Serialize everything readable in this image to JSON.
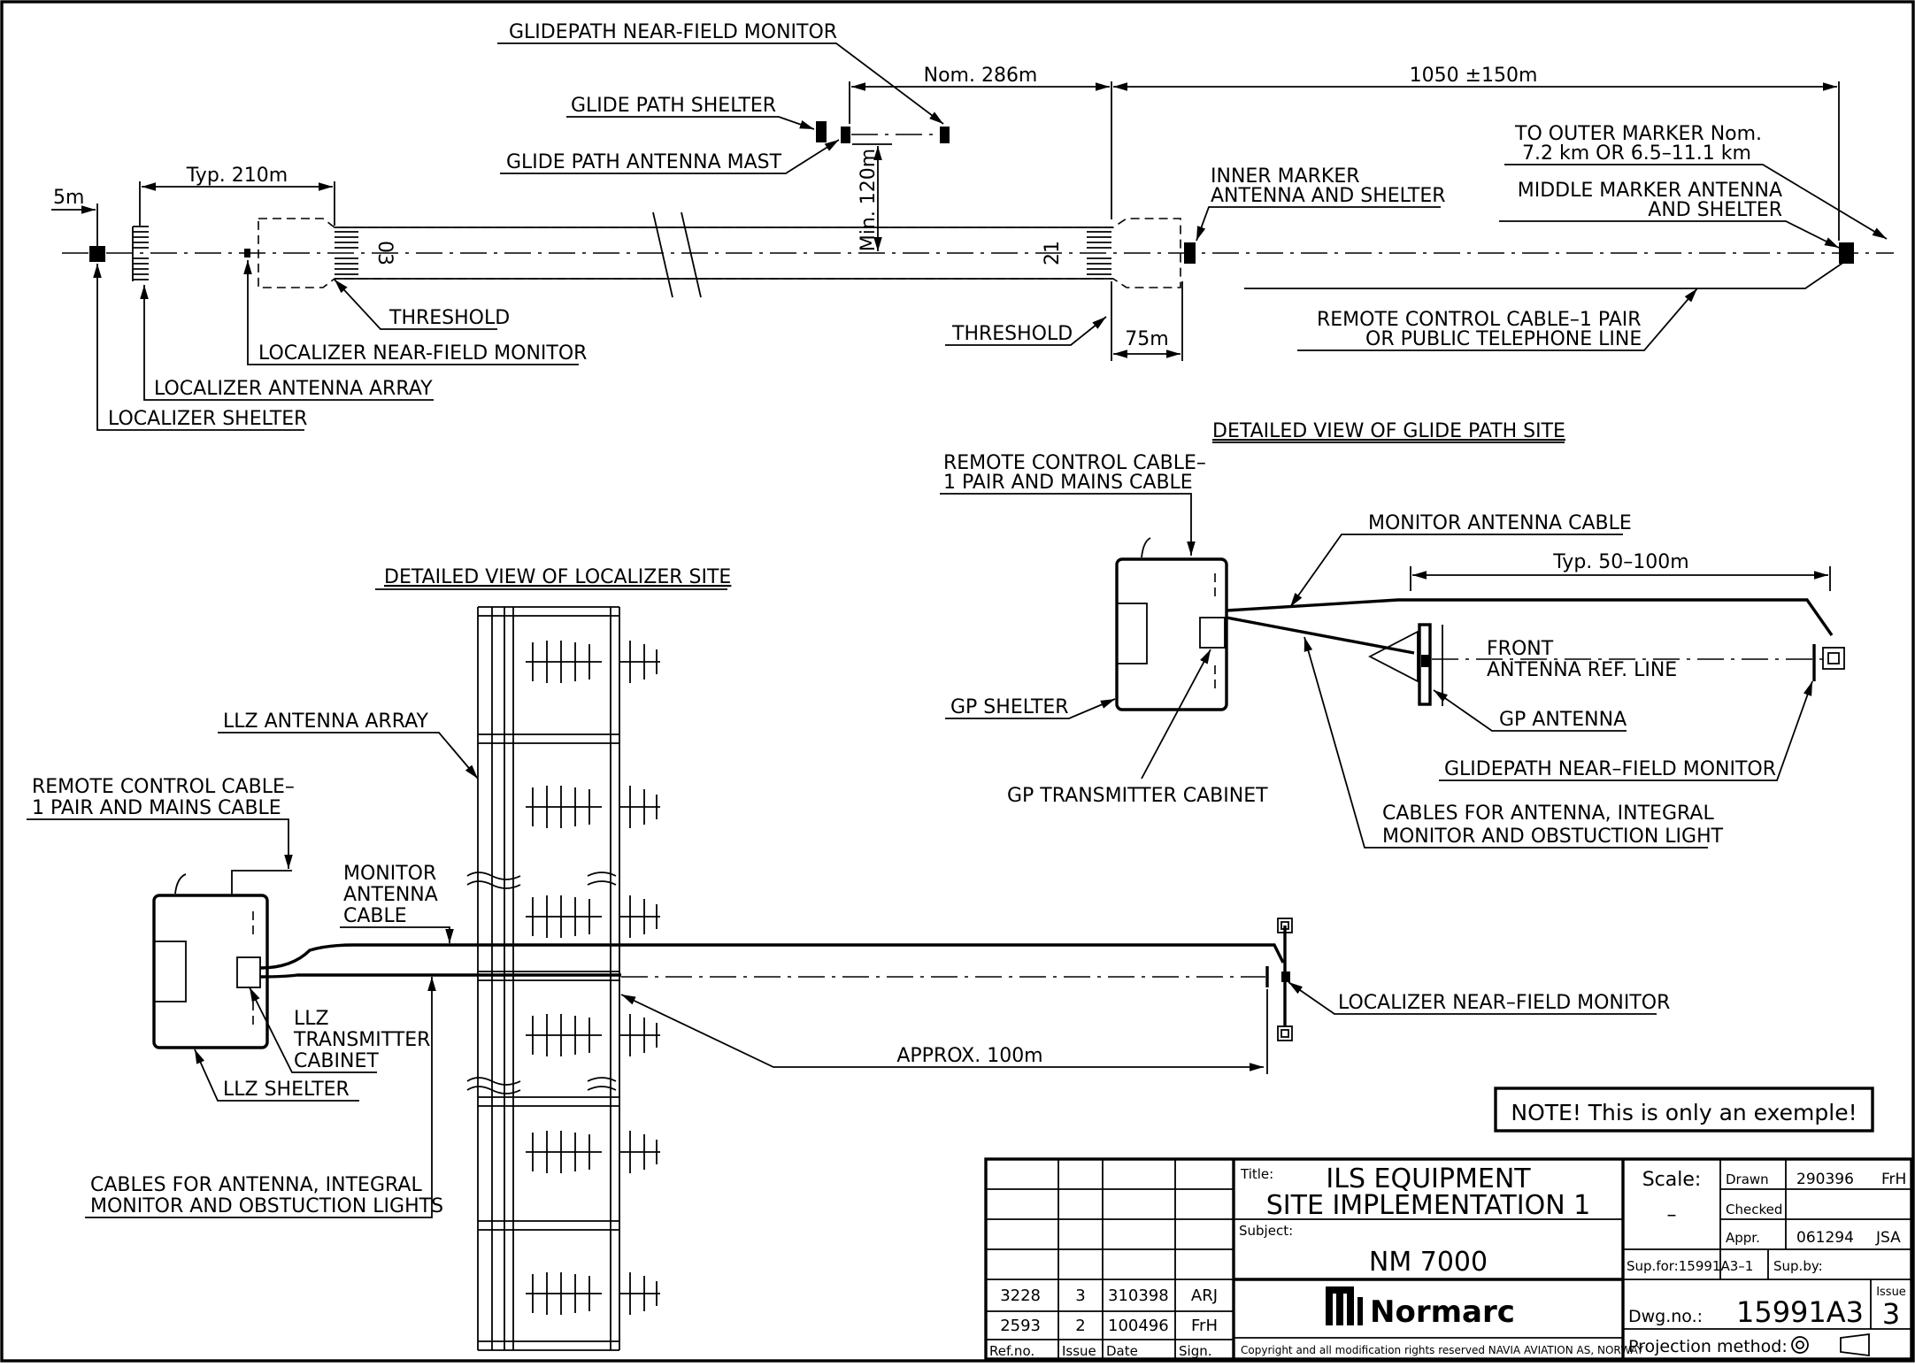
{
  "runway": {
    "labels": {
      "gp_nf_monitor": "GLIDEPATH NEAR-FIELD MONITOR",
      "gp_shelter": "GLIDE PATH SHELTER",
      "gp_mast": "GLIDE PATH ANTENNA MAST",
      "dim_286": "Nom. 286m",
      "dim_1050": "1050 ±150m",
      "dim_5": "5m",
      "dim_210": "Typ. 210m",
      "dim_120": "Min. 120m",
      "dim_75": "75m",
      "rwy_03": "03",
      "rwy_21": "21",
      "threshold_left": "THRESHOLD",
      "threshold_right": "THRESHOLD",
      "loc_nf_monitor": "LOCALIZER NEAR-FIELD MONITOR",
      "loc_array": "LOCALIZER ANTENNA ARRAY",
      "loc_shelter": "LOCALIZER SHELTER",
      "inner_marker_1": "INNER MARKER",
      "inner_marker_2": "ANTENNA AND SHELTER",
      "outer_marker_1": "TO OUTER MARKER Nom.",
      "outer_marker_2": "7.2 km OR 6.5–11.1 km",
      "middle_marker_1": "MIDDLE MARKER ANTENNA",
      "middle_marker_2": "AND SHELTER",
      "remote_cable_1": "REMOTE CONTROL CABLE–1 PAIR",
      "remote_cable_2": "OR PUBLIC TELEPHONE LINE"
    }
  },
  "gp_site": {
    "heading": "DETAILED VIEW OF GLIDE PATH SITE",
    "remote_cable_1": "REMOTE CONTROL CABLE–",
    "remote_cable_2": "1 PAIR AND MAINS CABLE",
    "monitor_cable": "MONITOR ANTENNA CABLE",
    "dim_typ": "Typ. 50–100m",
    "front_1": "FRONT",
    "front_2": "ANTENNA REF. LINE",
    "gp_shelter": "GP SHELTER",
    "gp_antenna": "GP ANTENNA",
    "gp_nf_monitor": "GLIDEPATH NEAR–FIELD MONITOR",
    "gp_tx_cabinet": "GP TRANSMITTER CABINET",
    "cables_1": "CABLES FOR ANTENNA, INTEGRAL",
    "cables_2": "MONITOR AND OBSTUCTION LIGHT"
  },
  "llz_site": {
    "heading": "DETAILED VIEW OF LOCALIZER SITE",
    "llz_array": "LLZ ANTENNA ARRAY",
    "remote_cable_1": "REMOTE CONTROL CABLE–",
    "remote_cable_2": "1 PAIR AND MAINS CABLE",
    "monitor_cable_1": "MONITOR",
    "monitor_cable_2": "ANTENNA",
    "monitor_cable_3": "CABLE",
    "tx_1": "LLZ",
    "tx_2": "TRANSMITTER",
    "tx_3": "CABINET",
    "shelter": "LLZ SHELTER",
    "cables_1": "CABLES FOR ANTENNA, INTEGRAL",
    "cables_2": "MONITOR AND OBSTUCTION LIGHTS",
    "approx": "APPROX. 100m",
    "nf_monitor": "LOCALIZER NEAR–FIELD MONITOR"
  },
  "note": "NOTE!  This is only an exemple!",
  "title_block": {
    "title_label": "Title:",
    "title_1": "ILS EQUIPMENT",
    "title_2": "SITE IMPLEMENTATION 1",
    "subject_label": "Subject:",
    "subject": "NM 7000",
    "scale_label": "Scale:",
    "scale": "–",
    "drawn_label": "Drawn",
    "drawn_date": "290396",
    "drawn_sign": "FrH",
    "checked_label": "Checked",
    "appr_label": "Appr.",
    "appr_date": "061294",
    "appr_sign": "JSA",
    "sup_for": "Sup.for:15991A3–1",
    "sup_by": "Sup.by:",
    "issue_label": "Issue",
    "issue": "3",
    "dwg_label": "Dwg.no.:",
    "dwg_no": "15991A3",
    "projection_label": "Projection method:",
    "company": "Normarc",
    "copyright": "Copyright and all modification rights reserved NAVIA AVIATION AS, NORWAY",
    "revisions": [
      {
        "ref": "3228",
        "issue": "3",
        "date": "310398",
        "sign": "ARJ"
      },
      {
        "ref": "2593",
        "issue": "2",
        "date": "100496",
        "sign": "FrH"
      }
    ],
    "rev_headers": {
      "ref": "Ref.no.",
      "issue": "Issue",
      "date": "Date",
      "sign": "Sign."
    }
  }
}
